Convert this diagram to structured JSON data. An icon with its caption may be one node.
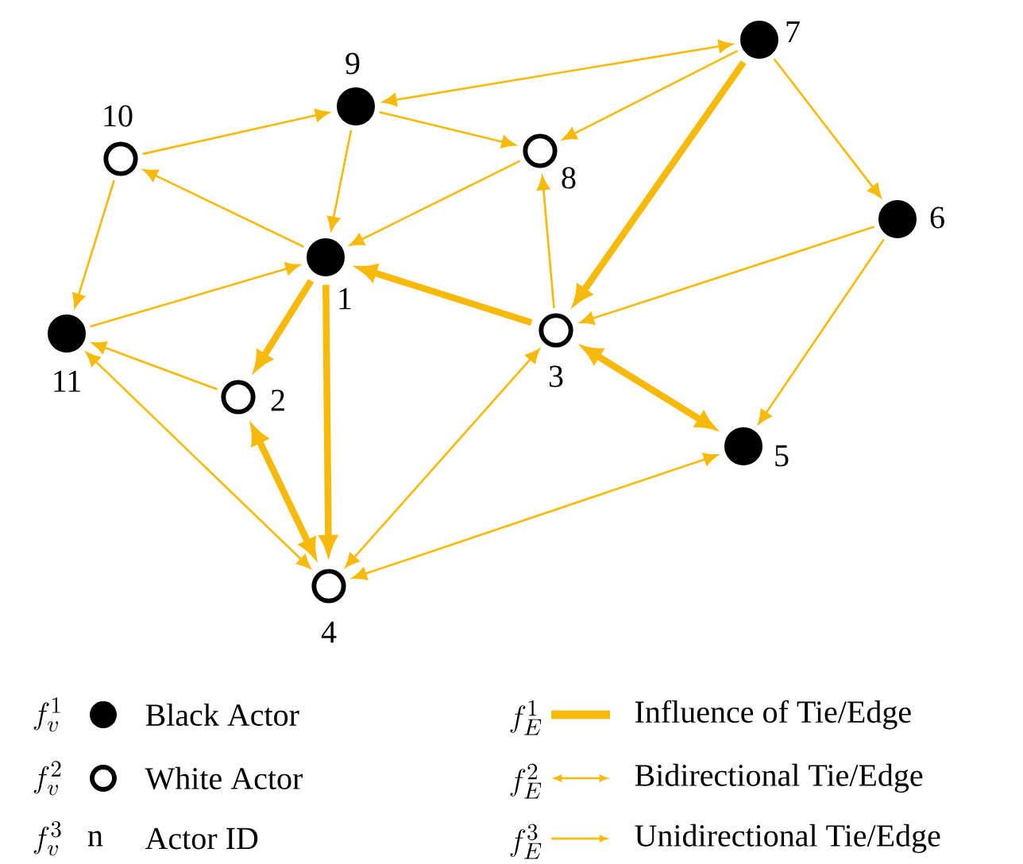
{
  "diagram": {
    "nodes": [
      {
        "text": [],
        "shape": "dot",
        "beside": [
          "1"
        ]
      },
      {
        "text": [],
        "shape": "circle",
        "beside": [
          "2"
        ]
      },
      {
        "text": [],
        "shape": "circle",
        "beside": [
          "3"
        ]
      },
      {
        "text": [],
        "shape": "circle",
        "beside": [
          "4"
        ]
      },
      {
        "text": [],
        "shape": "dot",
        "beside": [
          "5"
        ]
      },
      {
        "text": [],
        "shape": "dot",
        "beside": [
          "6"
        ]
      },
      {
        "text": [],
        "shape": "dot",
        "beside": [
          "7"
        ]
      },
      {
        "text": [],
        "shape": "circle",
        "beside": [
          "8"
        ]
      },
      {
        "text": [],
        "shape": "dot",
        "beside": [
          "9"
        ]
      },
      {
        "text": [],
        "shape": "circle",
        "beside": [
          "10"
        ]
      },
      {
        "text": [],
        "shape": "dot",
        "beside": [
          "11"
        ]
      }
    ],
    "edges": [
      {
        "from": 6,
        "to": 8,
        "arrow": "both"
      },
      {
        "from": 9,
        "to": 8,
        "arrow": "to"
      },
      {
        "from": 8,
        "to": 7,
        "arrow": "to"
      },
      {
        "from": 8,
        "to": 0,
        "arrow": "to"
      },
      {
        "from": 0,
        "to": 9,
        "arrow": "to"
      },
      {
        "from": 7,
        "to": 0,
        "arrow": "to"
      },
      {
        "from": 9,
        "to": 10,
        "arrow": "to"
      },
      {
        "from": 10,
        "to": 0,
        "arrow": "to"
      },
      {
        "from": 6,
        "to": 7,
        "arrow": "to"
      },
      {
        "from": 6,
        "to": 2,
        "arrow": "to",
        "style": "thick"
      },
      {
        "from": 6,
        "to": 5,
        "arrow": "to"
      },
      {
        "from": 5,
        "to": 2,
        "arrow": "to"
      },
      {
        "from": 5,
        "to": 4,
        "arrow": "to"
      },
      {
        "from": 2,
        "to": 0,
        "arrow": "to",
        "style": "thick"
      },
      {
        "from": 2,
        "to": 7,
        "arrow": "to"
      },
      {
        "from": 2,
        "to": 4,
        "arrow": "both",
        "style": "thick"
      },
      {
        "from": 0,
        "to": 1,
        "arrow": "to",
        "style": "thick"
      },
      {
        "from": 0,
        "to": 3,
        "arrow": "to",
        "style": "thick"
      },
      {
        "from": 1,
        "to": 10,
        "arrow": "to"
      },
      {
        "from": 10,
        "to": 3,
        "arrow": "both"
      },
      {
        "from": 3,
        "to": 1,
        "arrow": "both",
        "style": "thick"
      },
      {
        "from": 2,
        "to": 3,
        "arrow": "both"
      },
      {
        "from": 3,
        "to": 4,
        "arrow": "both"
      }
    ],
    "labels": [
      "f_v^1",
      "f_v^2",
      "f_v^3",
      "n",
      "f_E^1",
      "f_E^2",
      "f_E^3"
    ],
    "legend": [
      {
        "text": "Black Actor"
      },
      {
        "text": "White Actor"
      },
      {
        "text": "Actor ID"
      },
      {
        "text": "Influence of Tie/Edge"
      },
      {
        "text": "Bidirectional Tie/Edge"
      },
      {
        "text": "Unidirectional Tie/Edge"
      }
    ]
  }
}
